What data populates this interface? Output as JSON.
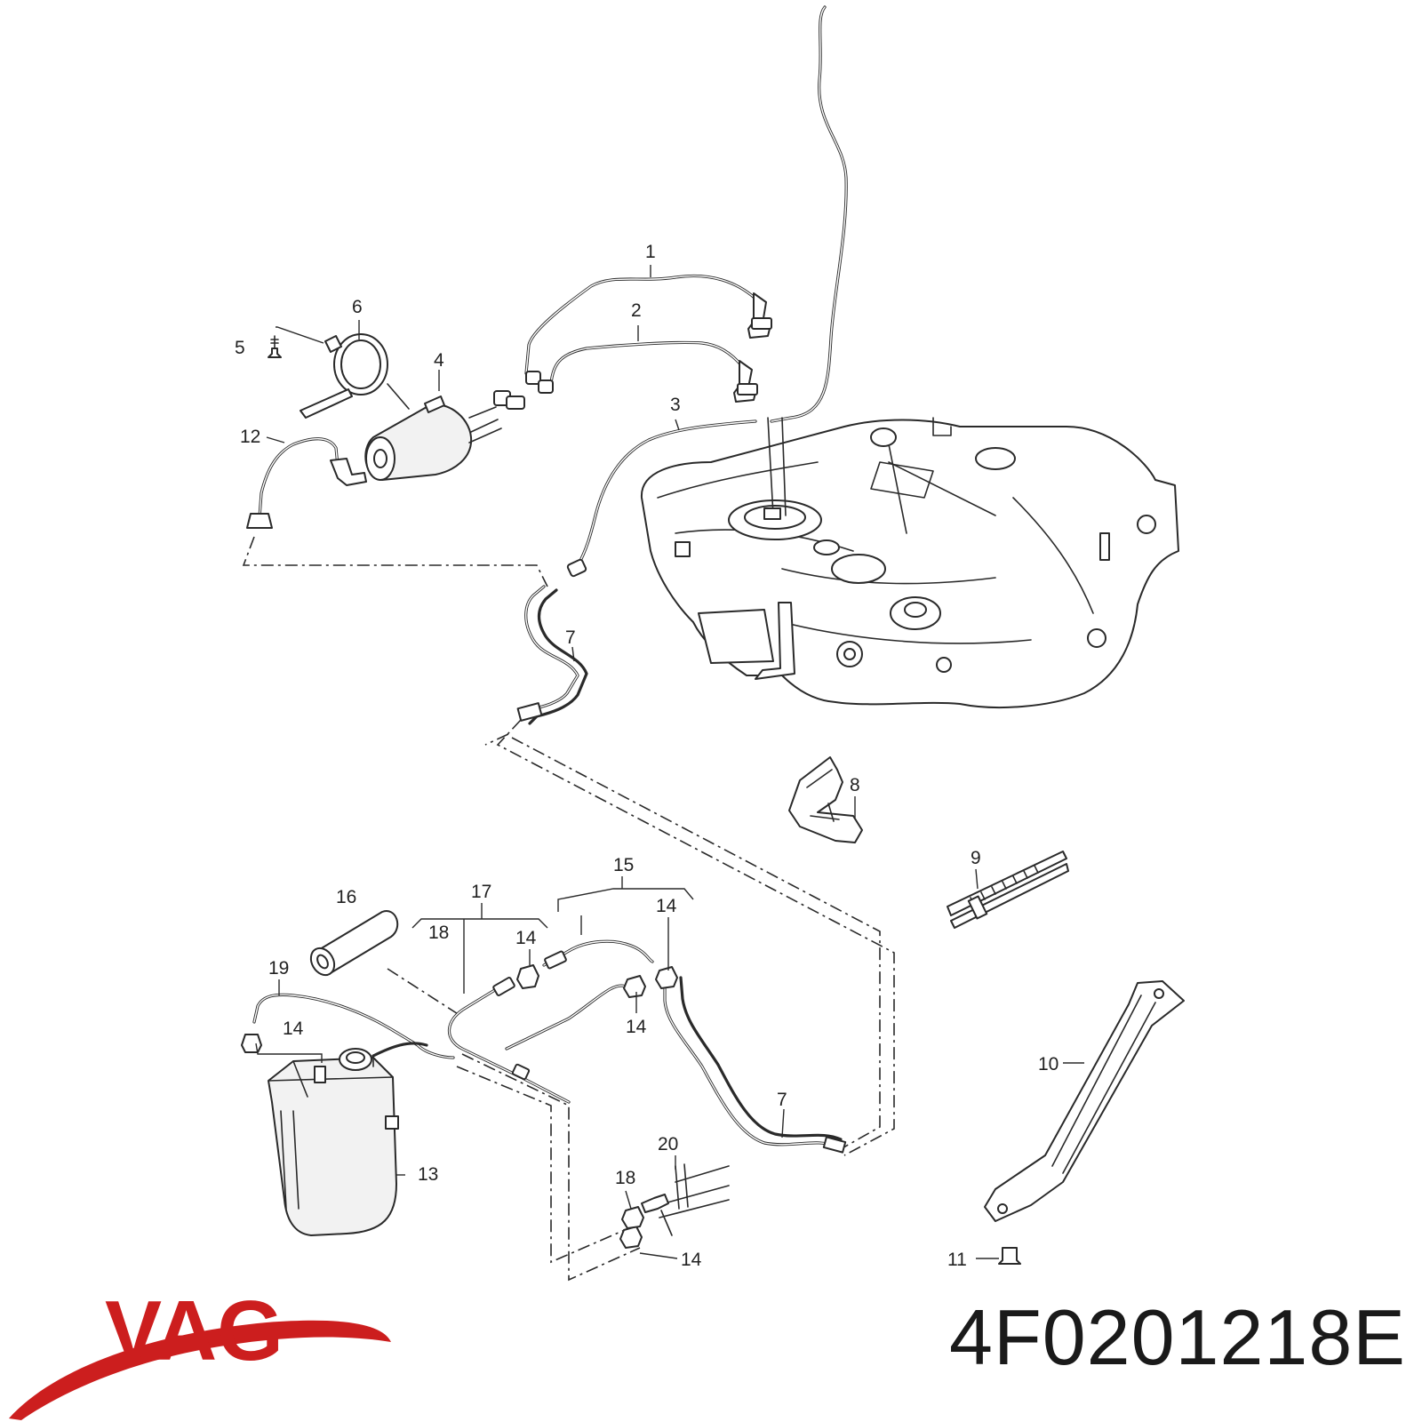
{
  "brand": {
    "name": "VAG",
    "color": "#cc1e1e"
  },
  "part_number": "4F0201218E",
  "callouts": [
    "1",
    "2",
    "3",
    "4",
    "5",
    "6",
    "7",
    "7",
    "8",
    "9",
    "10",
    "11",
    "12",
    "13",
    "14",
    "14",
    "14",
    "14",
    "14",
    "14",
    "15",
    "16",
    "17",
    "18",
    "18",
    "19",
    "20"
  ]
}
